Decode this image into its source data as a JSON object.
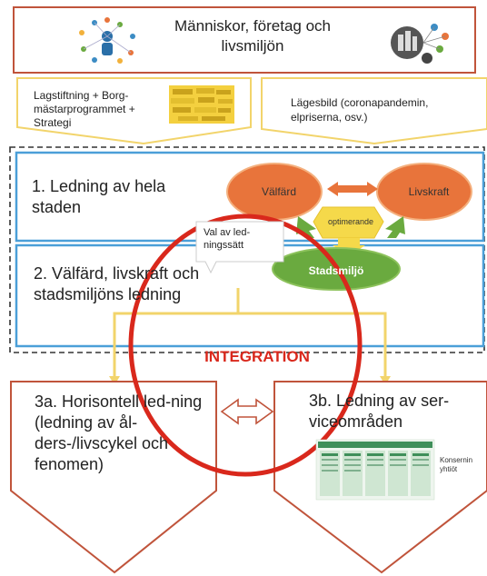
{
  "top_box": {
    "label": "Människor, företag och livsmiljön"
  },
  "legislation_box": {
    "label": "Lagstiftning + Borg-mästarprogrammet + Strategi"
  },
  "situation_box": {
    "label": "Lägesbild (coronapandemin, elpriserna, osv.)"
  },
  "level_1": {
    "label": "1. Ledning av hela staden"
  },
  "level_2": {
    "label": "2. Välfärd, livskraft och stadsmiljöns ledning"
  },
  "ovals": {
    "welfare": "Välfärd",
    "vitality": "Livskraft",
    "city_environment": "Stadsmiljö",
    "optimize": "optimerande"
  },
  "callout": {
    "label": "Val av led-ningssätt"
  },
  "integration": {
    "label": "INTEGRATION"
  },
  "box_3a": {
    "label": "3a. Horisontell led-ning (ledning av ål-ders-/livscykel och fenomen)"
  },
  "box_3b": {
    "label": "3b. Ledning av ser-viceområden"
  },
  "org_chart": {
    "caption": "Konsernin yhtiöt"
  },
  "colors": {
    "frame": "#c0543b",
    "yellow_frame": "#f2d46b",
    "blue_frame": "#4b9fd8",
    "orange": "#e8743b",
    "green": "#6aaa3f",
    "red": "#d9281c",
    "arrow_fill": "#f7e08a"
  },
  "icons": [
    "people-icon",
    "city-services-icon",
    "documents-icon"
  ]
}
